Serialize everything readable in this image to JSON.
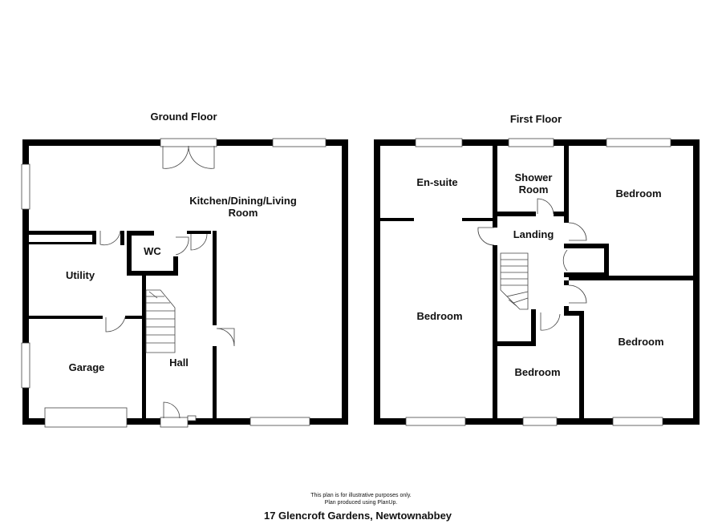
{
  "floors": {
    "ground": {
      "title": "Ground Floor",
      "rooms": {
        "kitchen_line1": "Kitchen/Dining/Living",
        "kitchen_line2": "Room",
        "wc": "WC",
        "utility": "Utility",
        "garage": "Garage",
        "hall": "Hall"
      }
    },
    "first": {
      "title": "First Floor",
      "rooms": {
        "ensuite": "En-suite",
        "shower_line1": "Shower",
        "shower_line2": "Room",
        "bedroom_ne": "Bedroom",
        "landing": "Landing",
        "bedroom_w": "Bedroom",
        "bedroom_se": "Bedroom",
        "bedroom_s": "Bedroom"
      }
    }
  },
  "footer": {
    "disclaimer_line1": "This plan is for illustrative purposes only.",
    "disclaimer_line2": "Plan produced using PlanUp.",
    "address": "17 Glencroft Gardens, Newtownabbey"
  }
}
